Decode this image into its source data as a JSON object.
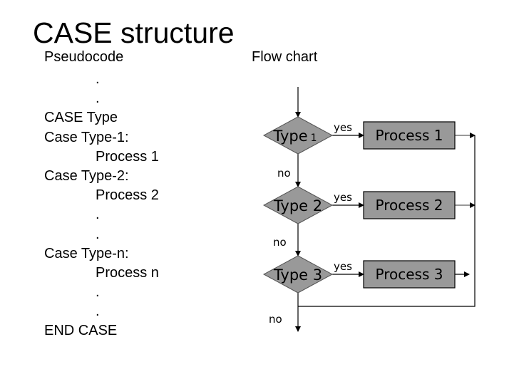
{
  "title": "CASE structure",
  "pseudocode": {
    "heading": "Pseudocode",
    "lines": [
      {
        "text": ".",
        "indent": true
      },
      {
        "text": ".",
        "indent": true
      },
      {
        "text": "CASE Type",
        "indent": false
      },
      {
        "text": "Case Type-1:",
        "indent": false
      },
      {
        "text": "Process 1",
        "indent": true
      },
      {
        "text": "Case Type-2:",
        "indent": false
      },
      {
        "text": "Process 2",
        "indent": true
      },
      {
        "text": ".",
        "indent": true
      },
      {
        "text": ".",
        "indent": true
      },
      {
        "text": "Case Type-n:",
        "indent": false
      },
      {
        "text": "Process n",
        "indent": true
      },
      {
        "text": ".",
        "indent": true
      },
      {
        "text": ".",
        "indent": true
      },
      {
        "text": "END CASE",
        "indent": false
      }
    ]
  },
  "flowchart": {
    "heading": "Flow chart",
    "colors": {
      "shape_fill": "#999999",
      "stroke": "#000000",
      "exit_arrow_gray": "#999999"
    },
    "decisions": [
      {
        "label": "Type",
        "suffix": "1",
        "yes_label": "yes",
        "no_label": "no"
      },
      {
        "label": "Type 2",
        "suffix": "",
        "yes_label": "yes",
        "no_label": "no"
      },
      {
        "label": "Type 3",
        "suffix": "",
        "yes_label": "yes",
        "no_label": "no"
      }
    ],
    "processes": [
      {
        "label": "Process 1"
      },
      {
        "label": "Process 2"
      },
      {
        "label": "Process 3"
      }
    ]
  }
}
